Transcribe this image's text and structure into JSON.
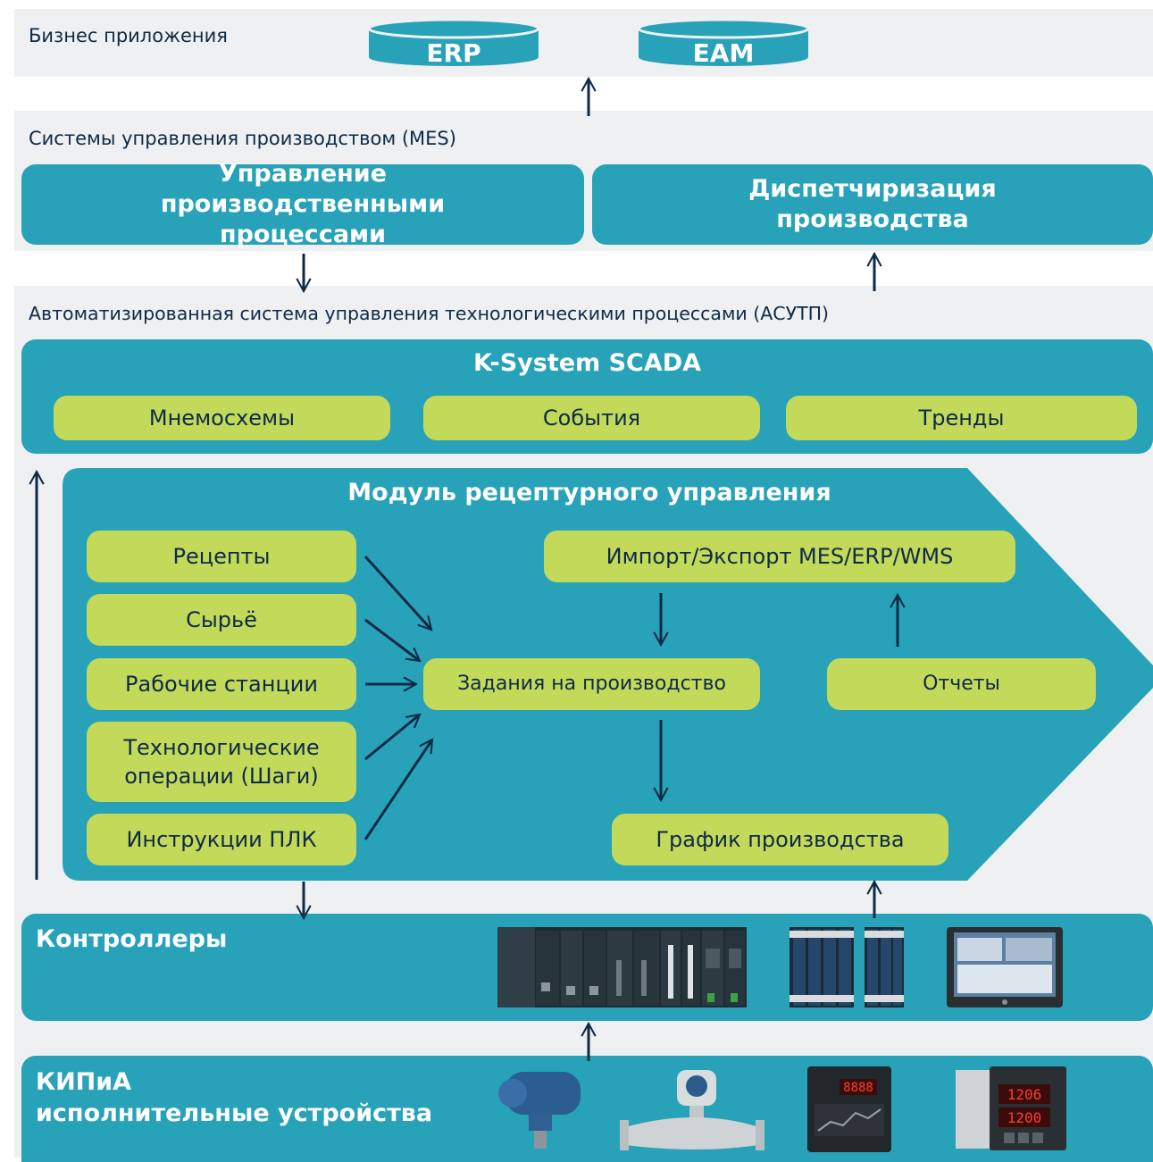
{
  "layers": {
    "business": {
      "label": "Бизнес приложения",
      "erp": "ERP",
      "eam": "EAM"
    },
    "mes": {
      "label": "Системы управления производством (MES)",
      "block_left": "Управление производственными процессами",
      "block_right": "Диспетчиризация производства"
    },
    "asutp": {
      "label": "Автоматизированная система управления технологическими процессами (АСУТП)"
    },
    "scada": {
      "title": "K-System SCADA",
      "items": [
        "Мнемосхемы",
        "События",
        "Тренды"
      ]
    },
    "recipe_module": {
      "title": "Модуль рецептурного управления",
      "inputs": [
        "Рецепты",
        "Сырьё",
        "Рабочие станции",
        "Технологические операции (Шаги)",
        "Инструкции ПЛК"
      ],
      "tasks": "Задания на производство",
      "import_export": "Импорт/Экспорт MES/ERP/WMS",
      "reports": "Отчеты",
      "schedule": "График производства"
    },
    "controllers": {
      "label": "Контроллеры"
    },
    "field": {
      "label_line1": "КИПиА",
      "label_line2": "исполнительные устройства"
    }
  },
  "colors": {
    "teal": "#27a2b8",
    "green": "#c3d95a",
    "navy": "#0e2a47",
    "band": "#eef0f2"
  }
}
